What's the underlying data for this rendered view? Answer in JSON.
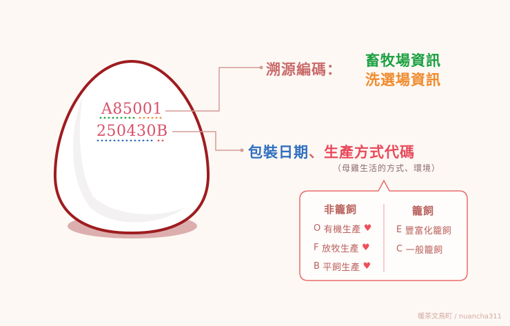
{
  "egg": {
    "code_line1": "A85001",
    "code_line2": "250430B",
    "colors": {
      "outline": "#9e1c1f",
      "code_text": "#d9506a",
      "shadow": "#d9a8a8"
    }
  },
  "traceability": {
    "label": "溯源編碼：",
    "farm_info": "畜牧場資訊",
    "grading_info": "洗選場資訊",
    "colors": {
      "label": "#c96b6b",
      "farm": "#1aa040",
      "grading": "#f08a2c"
    }
  },
  "packaging": {
    "date_label": "包裝日期",
    "separator": "、",
    "method_label": "生產方式代碼",
    "method_note": "（母雞生活的方式、環境）",
    "colors": {
      "date": "#2f6fbf",
      "method": "#e8495a"
    }
  },
  "methods_box": {
    "non_cage": {
      "heading": "非籠飼",
      "items": [
        {
          "code": "O",
          "label": "有機生產",
          "icon": "heart-icon"
        },
        {
          "code": "F",
          "label": "放牧生產",
          "icon": "heart-icon"
        },
        {
          "code": "B",
          "label": "平飼生產",
          "icon": "heart-icon"
        }
      ]
    },
    "cage": {
      "heading": "籠飼",
      "items": [
        {
          "code": "E",
          "label": "豐富化籠飼"
        },
        {
          "code": "C",
          "label": "一般籠飼"
        }
      ]
    },
    "colors": {
      "border": "#e86a6a",
      "text": "#b8605c",
      "heart": "#ef4f5a"
    }
  },
  "credit": "暖茶文鳥町 / nuancha311"
}
